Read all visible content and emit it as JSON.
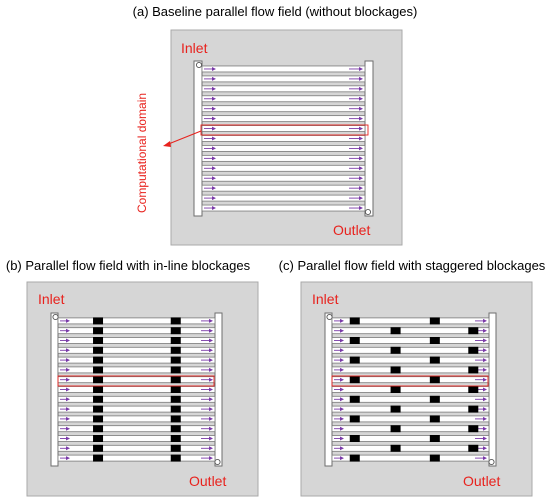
{
  "panels": {
    "baseline": {
      "caption": "(a) Baseline parallel flow field (without blockages)",
      "inlet": "Inlet",
      "outlet": "Outlet",
      "annotation": "Computational domain",
      "channels": 15,
      "blockages": "none"
    },
    "inline": {
      "caption": "(b) Parallel flow field with in-line blockages",
      "inlet": "Inlet",
      "outlet": "Outlet",
      "channels": 15,
      "blockages": "in-line"
    },
    "staggered": {
      "caption": "(c) Parallel flow field with staggered blockages",
      "inlet": "Inlet",
      "outlet": "Outlet",
      "channels": 15,
      "blockages": "staggered"
    }
  },
  "colors": {
    "label_red": "#e8221d",
    "flow_arrow": "#7a3aa8",
    "blockage": "#000000",
    "panel_background": "#d6d6d6"
  }
}
